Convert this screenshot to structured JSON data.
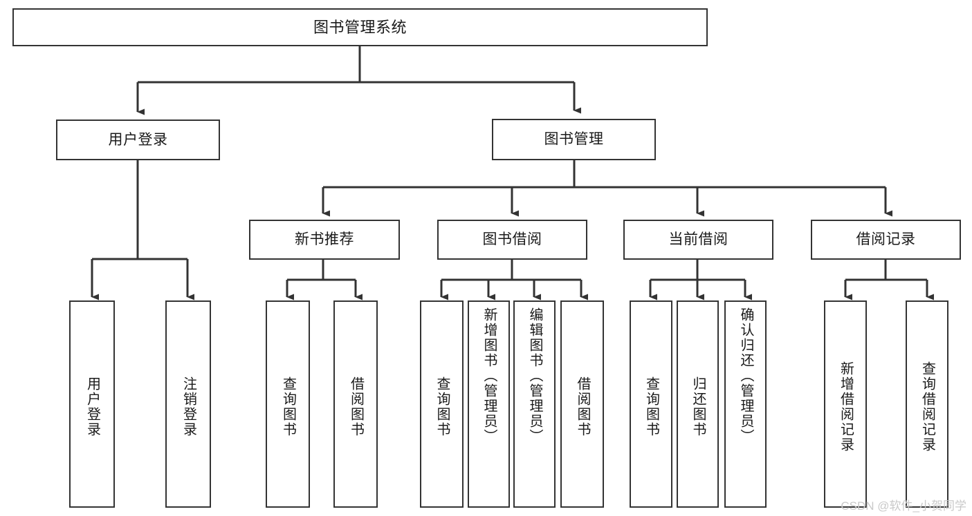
{
  "diagram": {
    "title": "图书管理系统",
    "type": "tree-hierarchy-diagram",
    "watermark": "CSDN @软件_小贺同学",
    "colors": {
      "box_border": "#333333",
      "box_fill": "#ffffff",
      "edge": "#333333",
      "text": "#1a1a1a",
      "watermark": "#c9c9c9",
      "canvas": "#ffffff"
    },
    "nodes": {
      "root": {
        "label": "图书管理系统"
      },
      "level1": [
        {
          "id": "user-login",
          "label": "用户登录"
        },
        {
          "id": "book-management",
          "label": "图书管理"
        }
      ],
      "level2": [
        {
          "id": "new-book-recommend",
          "label": "新书推荐"
        },
        {
          "id": "book-borrow",
          "label": "图书借阅"
        },
        {
          "id": "current-borrow",
          "label": "当前借阅"
        },
        {
          "id": "borrow-record",
          "label": "借阅记录"
        }
      ],
      "leaves": [
        {
          "id": "leaf-user-login",
          "label": "用户登录",
          "parent": "user-login"
        },
        {
          "id": "leaf-logout-login",
          "label": "注销登录",
          "parent": "user-login"
        },
        {
          "id": "leaf-query-book-1",
          "label": "查询图书",
          "parent": "new-book-recommend"
        },
        {
          "id": "leaf-borrow-book-1",
          "label": "借阅图书",
          "parent": "new-book-recommend"
        },
        {
          "id": "leaf-query-book-2",
          "label": "查询图书",
          "parent": "book-borrow"
        },
        {
          "id": "leaf-add-book",
          "label": "新增图书（管理员）",
          "parent": "book-borrow"
        },
        {
          "id": "leaf-edit-book",
          "label": "编辑图书（管理员）",
          "parent": "book-borrow"
        },
        {
          "id": "leaf-borrow-book-2",
          "label": "借阅图书",
          "parent": "book-borrow"
        },
        {
          "id": "leaf-query-book-3",
          "label": "查询图书",
          "parent": "current-borrow"
        },
        {
          "id": "leaf-return-book",
          "label": "归还图书",
          "parent": "current-borrow"
        },
        {
          "id": "leaf-confirm-return",
          "label": "确认归还（管理员）",
          "parent": "current-borrow"
        },
        {
          "id": "leaf-add-record",
          "label": "新增借阅记录",
          "parent": "borrow-record"
        },
        {
          "id": "leaf-query-record",
          "label": "查询借阅记录",
          "parent": "borrow-record"
        }
      ]
    }
  }
}
